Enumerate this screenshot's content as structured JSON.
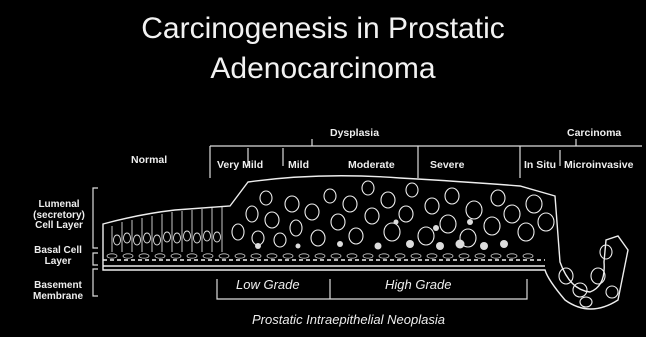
{
  "title_line1": "Carcinogenesis in Prostatic",
  "title_line2": "Adenocarcinoma",
  "stages": {
    "normal": "Normal",
    "dysplasia": "Dysplasia",
    "carcinoma": "Carcinoma",
    "very_mild": "Very Mild",
    "mild": "Mild",
    "moderate": "Moderate",
    "severe": "Severe",
    "in_situ": "In Situ",
    "microinvasive": "Microinvasive"
  },
  "layers": {
    "luminal_line1": "Lumenal",
    "luminal_line2": "(secretory)",
    "luminal_line3": "Cell Layer",
    "basal_line1": "Basal Cell",
    "basal_line2": "Layer",
    "basement_line1": "Basement",
    "basement_line2": "Membrane"
  },
  "grades": {
    "low": "Low Grade",
    "high": "High Grade",
    "pin": "Prostatic Intraepithelial Neoplasia"
  }
}
